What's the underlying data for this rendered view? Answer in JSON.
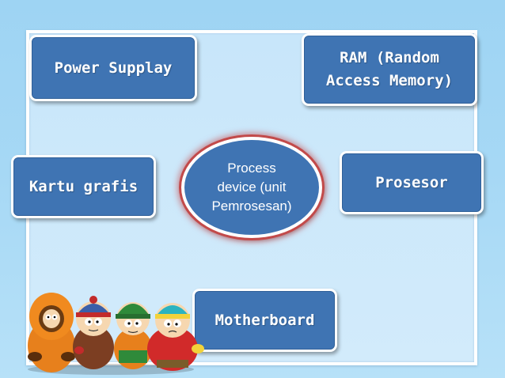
{
  "center": {
    "label": "Process\ndevice (unit\nPemrosesan)"
  },
  "nodes": {
    "power_supply": "Power Supplay",
    "ram": "RAM (Random\nAccess Memory)",
    "graphics_card": "Kartu grafis",
    "processor": "Prosesor",
    "motherboard": "Motherboard"
  },
  "colors": {
    "box_fill": "#3f74b3",
    "box_border": "#ffffff",
    "glow": "#c24a4a",
    "background": "#a6d8f5"
  },
  "decoration": {
    "characters_icon": "plush-cartoon-characters"
  }
}
